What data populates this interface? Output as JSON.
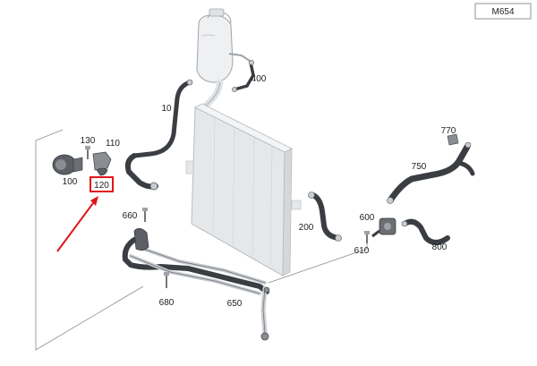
{
  "badge": "M654",
  "parts": [
    {
      "id": "p10",
      "label": "10"
    },
    {
      "id": "p100",
      "label": "100"
    },
    {
      "id": "p110",
      "label": "110"
    },
    {
      "id": "p120",
      "label": "120",
      "highlighted": true
    },
    {
      "id": "p130",
      "label": "130"
    },
    {
      "id": "p200",
      "label": "200"
    },
    {
      "id": "p400",
      "label": "400"
    },
    {
      "id": "p600",
      "label": "600"
    },
    {
      "id": "p610",
      "label": "610"
    },
    {
      "id": "p650",
      "label": "650"
    },
    {
      "id": "p660",
      "label": "660"
    },
    {
      "id": "p680",
      "label": "680"
    },
    {
      "id": "p750",
      "label": "750"
    },
    {
      "id": "p770",
      "label": "770"
    },
    {
      "id": "p800",
      "label": "800"
    }
  ],
  "colors": {
    "hose": "#3a3d41",
    "hose_light": "#6b6f74",
    "metal": "#c9ccd0",
    "radiator": "#e6e7e9",
    "radiator_edge": "#b9bcc0",
    "highlight": "#e0141b",
    "arrow": "#e0141b",
    "leader": "#8a8d91"
  }
}
